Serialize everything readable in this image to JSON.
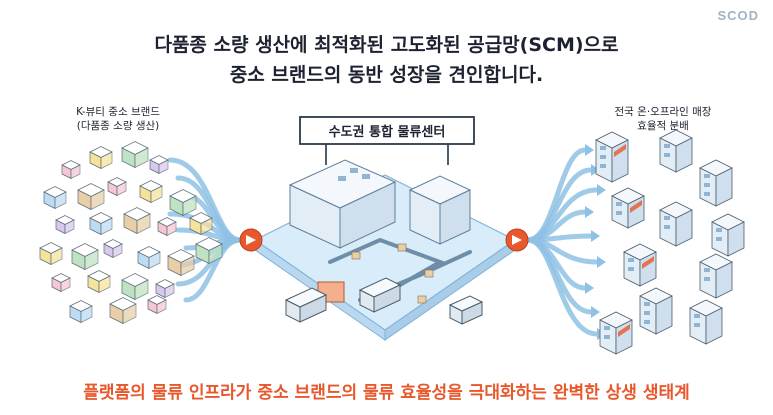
{
  "brand": "SCOD",
  "headline": {
    "line1": "다품종 소량 생산에 최적화된 고도화된 공급망(SCM)으로",
    "line2": "중소 브랜드의 동반 성장을 견인합니다."
  },
  "left_group": {
    "line1": "K-뷰티 중소 브랜드",
    "line2": "(다품종 소량 생산)"
  },
  "center": {
    "label": "수도권 통합 물류센터"
  },
  "right_group": {
    "line1": "전국 온·오프라인 매장",
    "line2": "효율적 분배"
  },
  "footer": "플랫폼의 물류 인프라가 중소 브랜드의 물류 효율성을 극대화하는 완벽한 상생 생태계",
  "colors": {
    "accent": "#e8582c",
    "arrow": "#8ec1e4",
    "platform": "#d9ecfa",
    "building": "#eef5fc",
    "box_pink": "#f4c7d3",
    "box_yellow": "#f6e39a",
    "box_green": "#bfe3c2",
    "box_purple": "#d8c8ee",
    "box_blue": "#bcdcf4",
    "box_kraft": "#e8cfa8"
  }
}
